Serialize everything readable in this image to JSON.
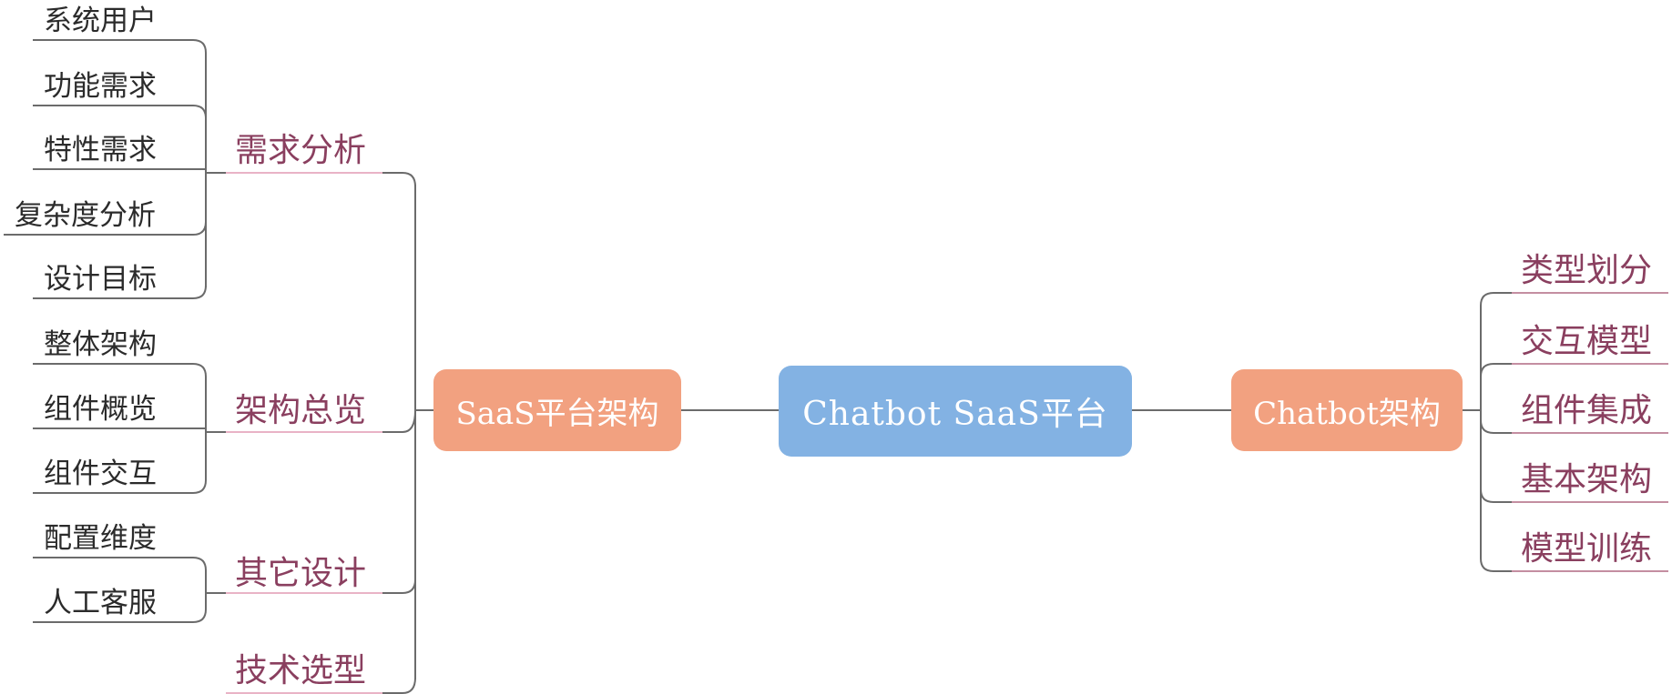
{
  "colors": {
    "root_fill": "#83b2e3",
    "main_fill": "#f2a180",
    "branch_text": "#8a3f5f",
    "branch_underline": "#e29ab3",
    "leaf_text": "#2b2b2b",
    "connector": "#6b6b6b"
  },
  "root": {
    "label": "Chatbot SaaS平台"
  },
  "left_main": {
    "label": "SaaS平台架构",
    "children": [
      {
        "label": "需求分析",
        "children": [
          "系统用户",
          "功能需求",
          "特性需求",
          "复杂度分析",
          "设计目标"
        ]
      },
      {
        "label": "架构总览",
        "children": [
          "整体架构",
          "组件概览",
          "组件交互"
        ]
      },
      {
        "label": "其它设计",
        "children": [
          "配置维度",
          "人工客服"
        ]
      },
      {
        "label": "技术选型",
        "children": []
      }
    ]
  },
  "right_main": {
    "label": "Chatbot架构",
    "children": [
      "类型划分",
      "交互模型",
      "组件集成",
      "基本架构",
      "模型训练"
    ]
  }
}
